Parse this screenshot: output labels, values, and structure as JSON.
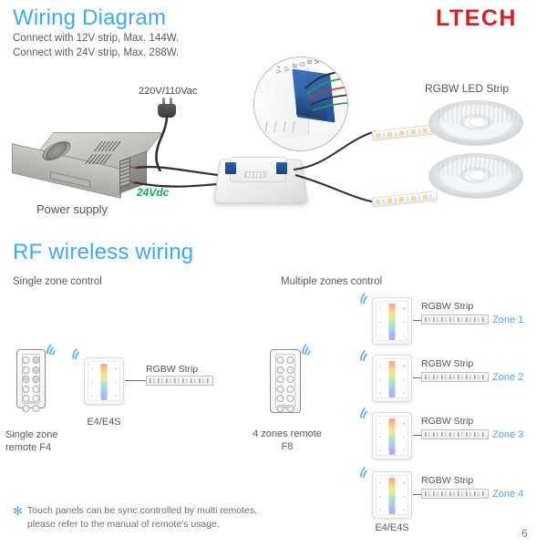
{
  "brand": {
    "logo_text": "LTECH",
    "logo_color": "#d81f26"
  },
  "page_number": "6",
  "section_wiring": {
    "title": "Wiring Diagram",
    "title_color": "#3fa9f5",
    "notes": [
      "Connect with 12V strip, Max. 144W.",
      "Connect with 24V strip, Max. 288W."
    ],
    "labels": {
      "ac_input": "220V/110Vac",
      "dc_output": "24Vdc",
      "dc_output_color": "#1aa84f",
      "power_supply": "Power supply",
      "led_strip": "RGBW LED Strip"
    },
    "magnifier_terminals": [
      "V+",
      "V-",
      "R",
      "G",
      "B",
      "W"
    ]
  },
  "section_rf": {
    "title": "RF wireless wiring",
    "title_color": "#3fa9f5",
    "single_zone": {
      "heading": "Single zone control",
      "remote_caption_line1": "Single zone",
      "remote_caption_line2": "remote F4",
      "panel_caption": "E4/E4S",
      "strip_label": "RGBW Strip"
    },
    "multi_zone": {
      "heading": "Multiple zones control",
      "remote_caption_line1": "4 zones remote",
      "remote_caption_line2": "F8",
      "panel_caption": "E4/E4S",
      "rows": [
        {
          "strip_label": "RGBW Strip",
          "zone": "Zone 1"
        },
        {
          "strip_label": "RGBW Strip",
          "zone": "Zone 2"
        },
        {
          "strip_label": "RGBW Strip",
          "zone": "Zone 3"
        },
        {
          "strip_label": "RGBW Strip",
          "zone": "Zone 4"
        }
      ],
      "zone_color": "#4aa8e8"
    }
  },
  "footnote": {
    "marker": "✻",
    "marker_color": "#4aa8e8",
    "line1": "Touch panels can be sync controlled by multi remotes,",
    "line2": "please refer to the manual of remote's usage."
  }
}
